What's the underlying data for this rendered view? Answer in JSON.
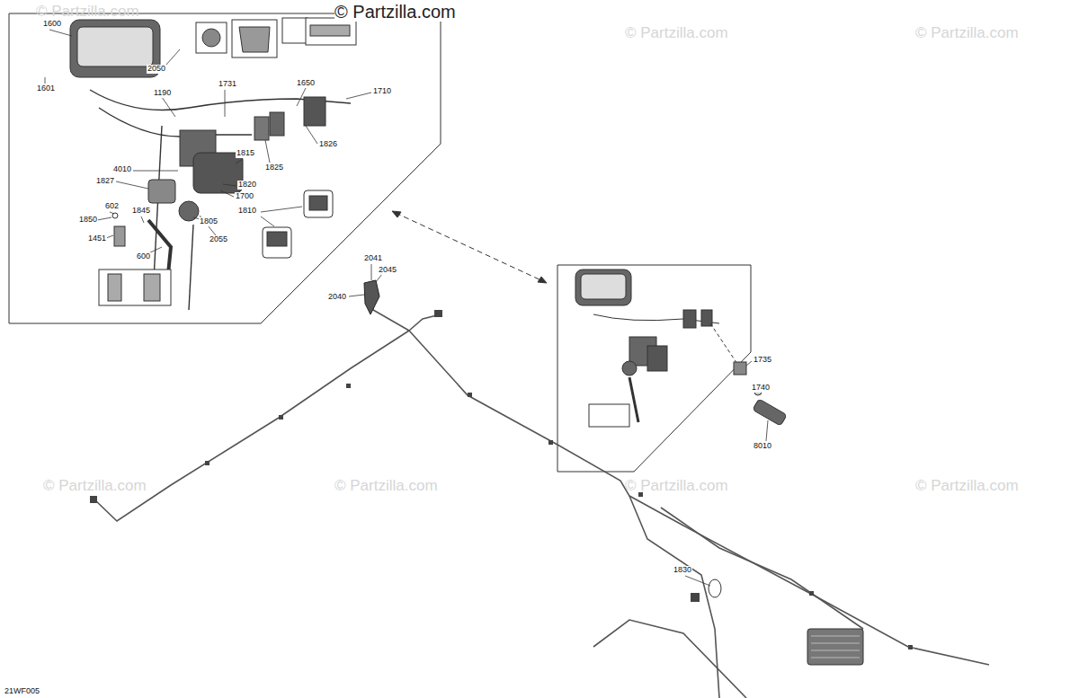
{
  "diagram": {
    "labels": [
      "© Partzilla.com",
      "© Partzilla.com",
      "© Partzilla.com",
      "© Partzilla.com",
      "© Partzilla.com",
      "© Partzilla.com",
      "© Partzilla.com",
      "© Partzilla.com",
      "1600",
      "1601",
      "2050",
      "1190",
      "1731",
      "1650",
      "1710",
      "1826",
      "1815",
      "1825",
      "4010",
      "1827",
      "1820",
      "1700",
      "602",
      "1845",
      "1810",
      "1850",
      "1805",
      "2055",
      "1451",
      "600",
      "2041",
      "2045",
      "2040",
      "1735",
      "1740",
      "8010",
      "1830",
      "21WF005"
    ]
  }
}
